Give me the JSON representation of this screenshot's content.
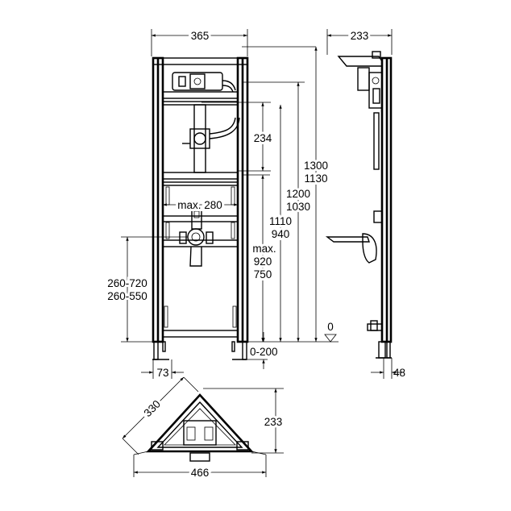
{
  "front_view": {
    "width_label": "365",
    "dim_234": "234",
    "dim_1300_1130": [
      "1300",
      "1130"
    ],
    "dim_1200_1030": [
      "1200",
      "1030"
    ],
    "dim_1110_940": [
      "1110",
      "940"
    ],
    "dim_max_920_750": [
      "max.",
      "920",
      "750"
    ],
    "max_280": "max. 280",
    "dim_260": [
      "260-720",
      "260-550"
    ],
    "foot_offset": "73",
    "floor_adjust": "0-200",
    "floor_level": "0"
  },
  "side_view": {
    "depth_label": "233",
    "foot_depth": "48"
  },
  "plan_view": {
    "diagonal_label": "330",
    "width_label": "466",
    "depth_label": "233"
  }
}
